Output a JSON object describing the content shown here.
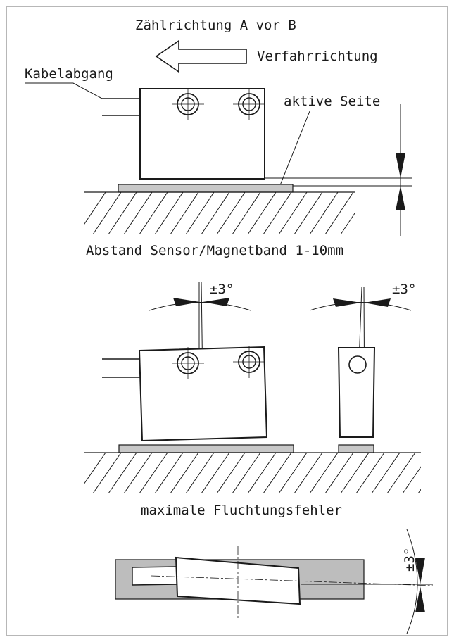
{
  "labels": {
    "counting_direction": "Zählrichtung A vor B",
    "travel_direction": "Verfahrrichtung",
    "cable_exit": "Kabelabgang",
    "active_side": "aktive Seite",
    "gap_distance": "Abstand Sensor/Magnetband 1-10mm",
    "tilt_left": "±3°",
    "tilt_right": "±3°",
    "max_misalignment": "maximale Fluchtungsfehler",
    "yaw_angle": "±3°"
  },
  "colors": {
    "frame": "#b7b7b7",
    "ink": "#1a1a1a",
    "magnet_tape": "#c8c8c8",
    "guide_rail": "#bdbdbd"
  }
}
